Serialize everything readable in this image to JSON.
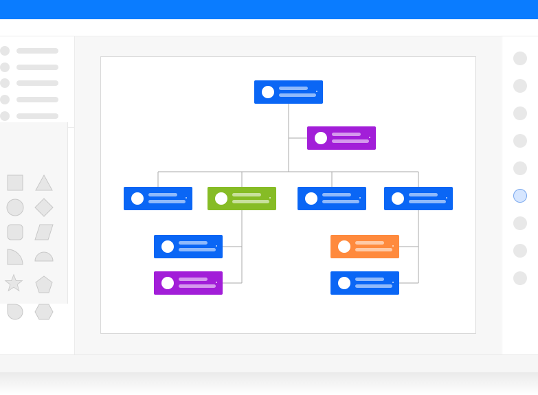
{
  "app": {
    "colors": {
      "topbar": "#0a7cff",
      "node_blue": "#0a66f5",
      "node_purple": "#a21ed8",
      "node_green": "#86bc25",
      "node_orange": "#ff8a3d",
      "connector": "#a9a9a9"
    }
  },
  "left_panel": {
    "menu_items": [
      "menu-item",
      "menu-item",
      "menu-item",
      "menu-item",
      "menu-item"
    ],
    "active_item": "selected-item"
  },
  "shape_library": {
    "shapes": [
      "square-icon",
      "triangle-icon",
      "circle-icon",
      "diamond-icon",
      "rounded-square-icon",
      "parallelogram-icon",
      "quarter-circle-icon",
      "half-circle-icon",
      "star-icon",
      "pentagon-icon",
      "drop-icon",
      "hexagon-icon"
    ]
  },
  "right_panel": {
    "buttons": [
      "panel-button",
      "panel-button",
      "panel-button",
      "panel-button",
      "panel-button",
      "panel-button-active",
      "panel-button",
      "panel-button",
      "panel-button"
    ]
  },
  "org_chart": {
    "nodes": [
      {
        "id": "root",
        "color": "node_blue"
      },
      {
        "id": "assistant",
        "color": "node_purple"
      },
      {
        "id": "dept-1",
        "color": "node_blue"
      },
      {
        "id": "dept-2",
        "color": "node_green"
      },
      {
        "id": "dept-3",
        "color": "node_blue"
      },
      {
        "id": "dept-4",
        "color": "node_blue"
      },
      {
        "id": "dept-2-child-1",
        "color": "node_blue"
      },
      {
        "id": "dept-2-child-2",
        "color": "node_purple"
      },
      {
        "id": "dept-4-child-1",
        "color": "node_orange"
      },
      {
        "id": "dept-4-child-2",
        "color": "node_blue"
      }
    ]
  }
}
